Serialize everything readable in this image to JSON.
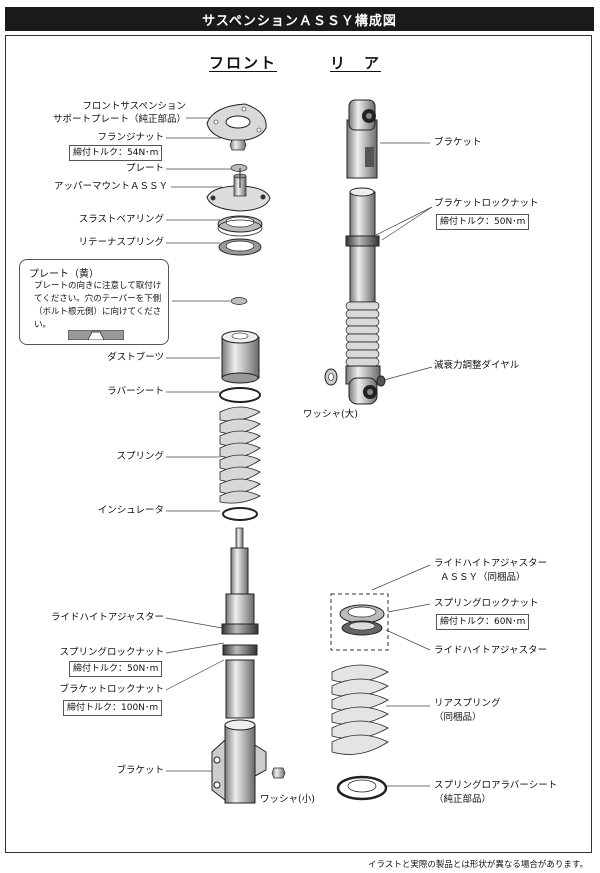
{
  "title": "サスペンションＡＳＳＹ構成図",
  "columns": {
    "front": "フロント",
    "rear": "リ　ア"
  },
  "front_parts": {
    "support_plate_1": "フロントサスペンション",
    "support_plate_2": "サポートプレート（純正部品）",
    "flange_nut": "フランジナット",
    "flange_nut_torque": "締付トルク：54N･m",
    "plate": "プレート",
    "upper_mount": "アッパーマウントＡＳＳＹ",
    "thrust_bearing": "スラストベアリング",
    "retainer_spring": "リテーナスプリング",
    "dust_boot": "ダストブーツ",
    "rubber_seat": "ラバーシート",
    "spring": "スプリング",
    "insulator": "インシュレータ",
    "ride_height_adjuster": "ライドハイトアジャスター",
    "spring_lock_nut": "スプリングロックナット",
    "spring_lock_nut_torque": "締付トルク：50N･m",
    "bracket_lock_nut": "ブラケットロックナット",
    "bracket_lock_nut_torque": "締付トルク：100N･m",
    "bracket": "ブラケット",
    "washer_small": "ワッシャ(小)"
  },
  "note": {
    "title": "プレート（黄）",
    "body": "プレートの向きに注意して取付けてください。穴のテーパーを下側（ボルト根元側）に向けてください。"
  },
  "rear_parts": {
    "bracket": "ブラケット",
    "bracket_lock_nut": "ブラケットロックナット",
    "bracket_lock_nut_torque": "締付トルク：50N･m",
    "damping_dial": "減衰力調整ダイヤル",
    "washer_large": "ワッシャ(大)",
    "rh_adjuster_assy_1": "ライドハイトアジャスター",
    "rh_adjuster_assy_2": "ＡＳＳＹ（同梱品）",
    "spring_lock_nut": "スプリングロックナット",
    "spring_lock_nut_torque": "締付トルク：60N･m",
    "ride_height_adjuster": "ライドハイトアジャスター",
    "rear_spring_1": "リアスプリング",
    "rear_spring_2": "（同梱品）",
    "lower_rubber_seat_1": "スプリングロアラバーシート",
    "lower_rubber_seat_2": "（純正部品）"
  },
  "footnote": "イラストと実際の製品とは形状が異なる場合があります。"
}
